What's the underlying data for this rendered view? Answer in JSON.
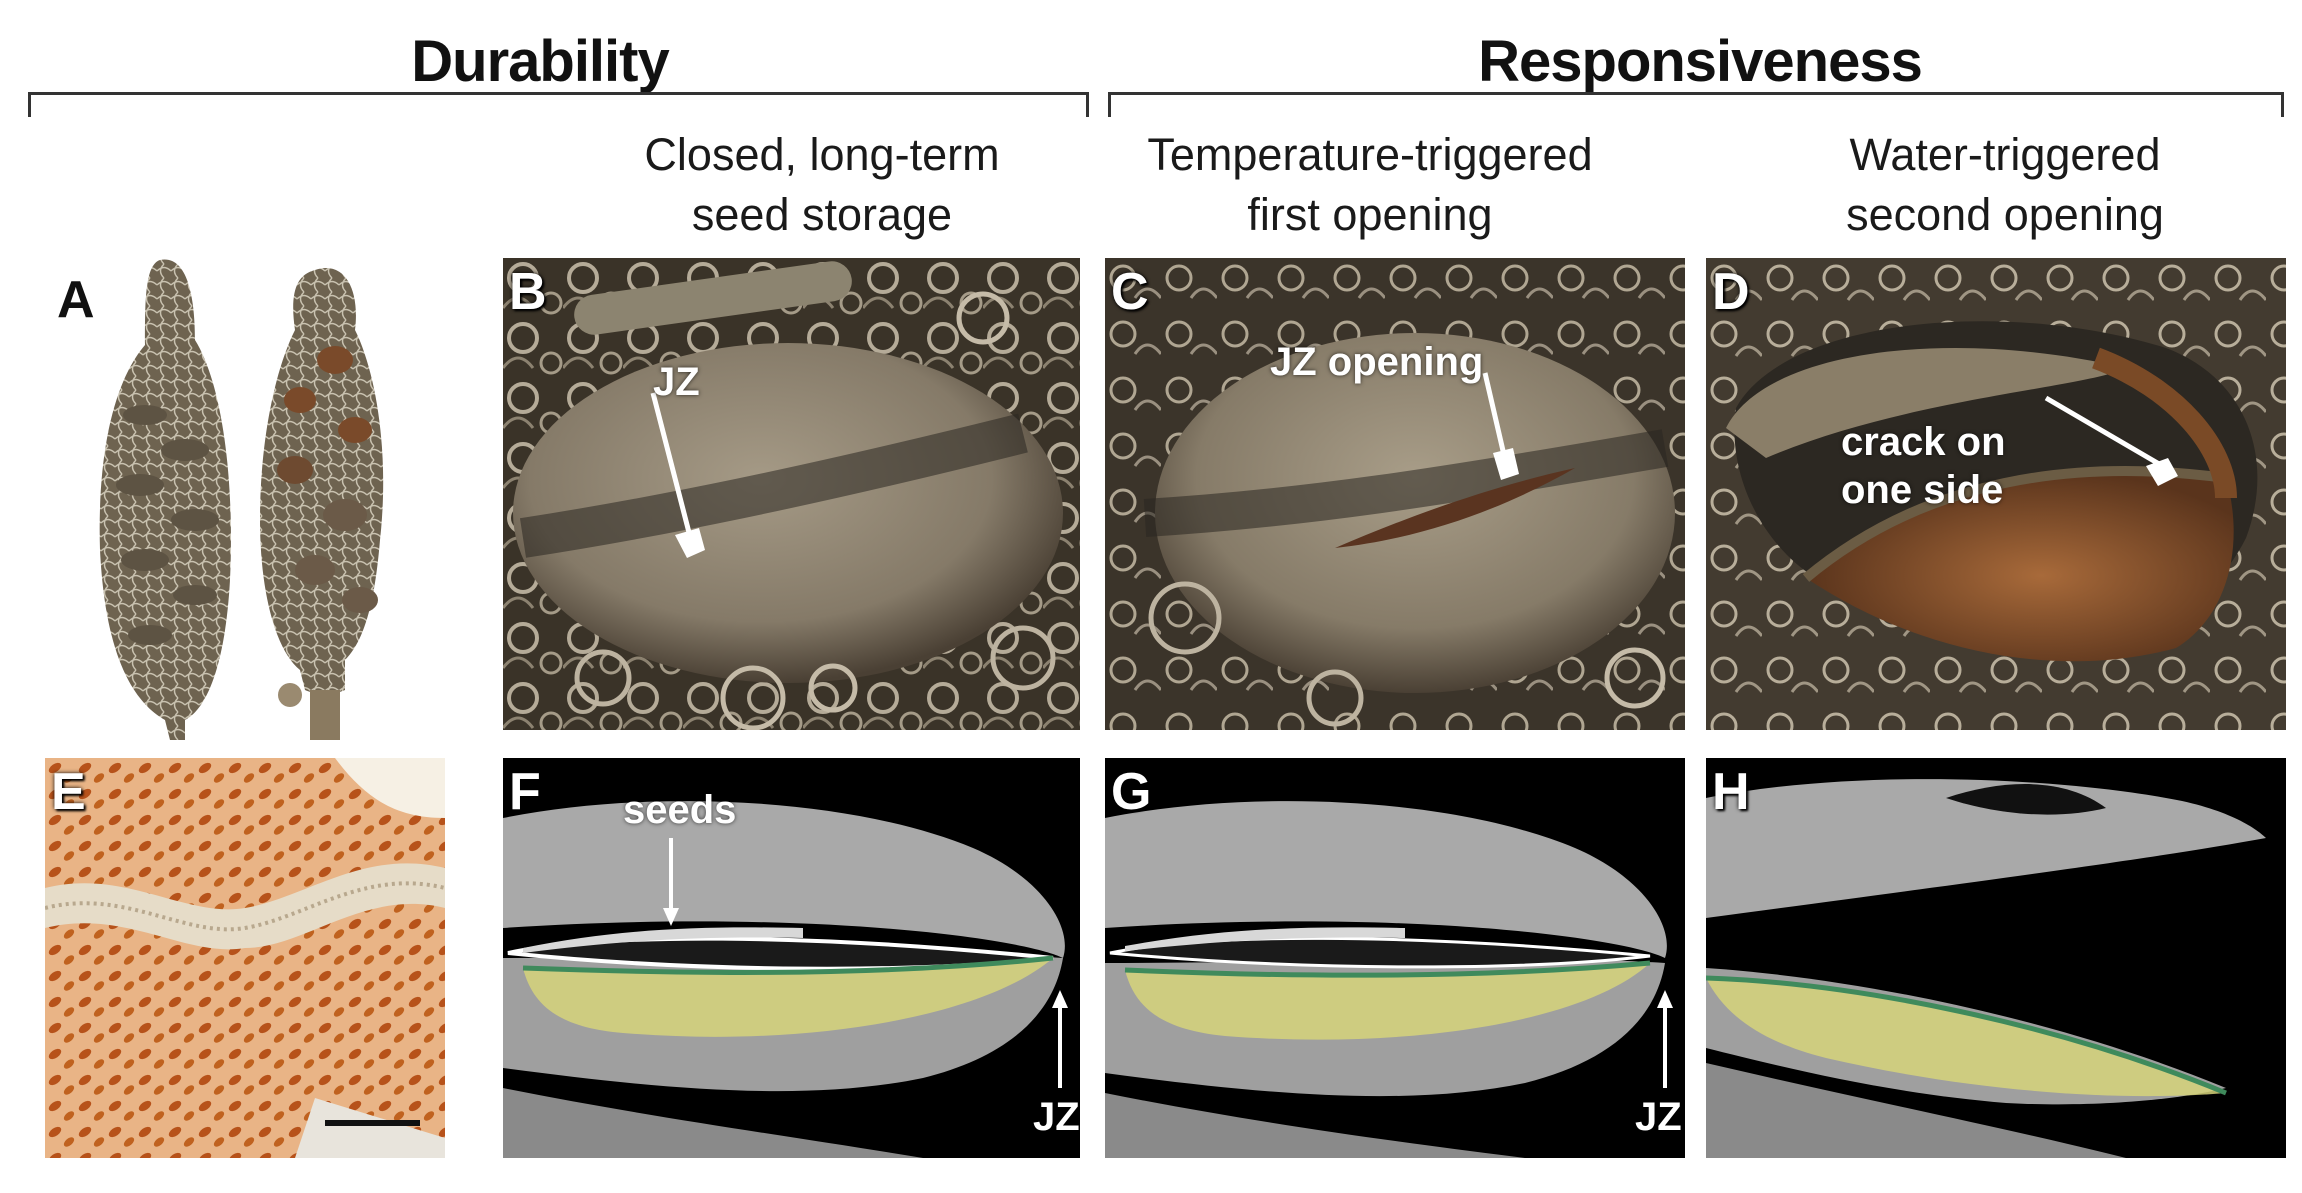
{
  "headers": {
    "durability": "Durability",
    "responsiveness": "Responsiveness"
  },
  "columns": {
    "b": {
      "line1": "Closed, long-term",
      "line2": "seed storage"
    },
    "c": {
      "line1": "Temperature-triggered",
      "line2": "first opening"
    },
    "d": {
      "line1": "Water-triggered",
      "line2": "second opening"
    }
  },
  "panels": {
    "a": "A",
    "b": "B",
    "c": "C",
    "d": "D",
    "e": "E",
    "f": "F",
    "g": "G",
    "h": "H"
  },
  "annotations": {
    "b_jz": "JZ",
    "c_jz_opening": "JZ opening",
    "d_crack_line1": "crack on",
    "d_crack_line2": "one side",
    "f_seeds": "seeds",
    "f_jz": "JZ",
    "g_jz": "JZ"
  },
  "colors": {
    "photo_background": "#3a3328",
    "seed_fur": "#8a8070",
    "ct_background": "#000000",
    "ct_tissue": "#b8b8b8",
    "valve_highlight": "#d6d47a",
    "valve_edge": "#3f8a5c",
    "stain": "#c8692a"
  }
}
